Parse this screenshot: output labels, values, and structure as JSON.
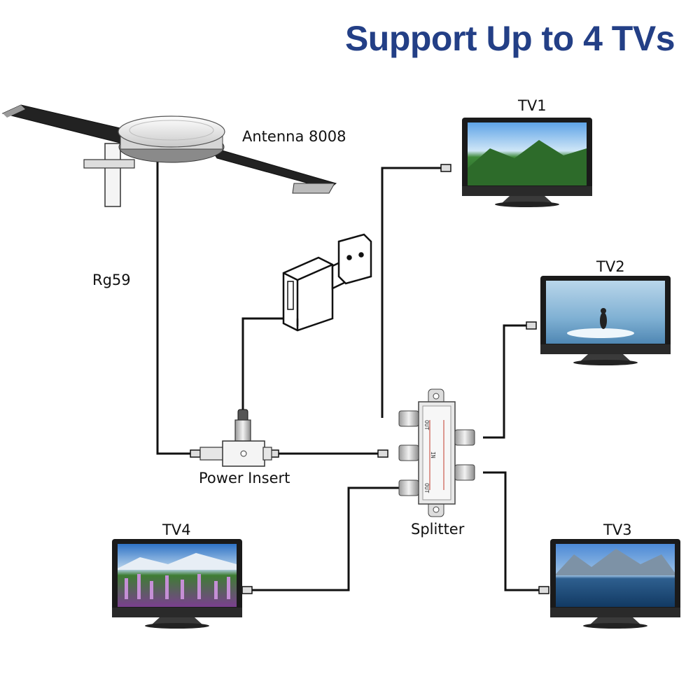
{
  "title": "Support Up to 4 TVs",
  "labels": {
    "antenna": "Antenna 8008",
    "cable": "Rg59",
    "power_insert": "Power Insert",
    "splitter": "Splitter"
  },
  "tvs": [
    {
      "label": "TV1",
      "screen": "mountains"
    },
    {
      "label": "TV2",
      "screen": "penguin"
    },
    {
      "label": "TV3",
      "screen": "lake"
    },
    {
      "label": "TV4",
      "screen": "flowers"
    }
  ],
  "splitter_ports": {
    "input": "IN",
    "output": "OUT"
  },
  "colors": {
    "title": "#233f86",
    "cable": "#111111"
  }
}
